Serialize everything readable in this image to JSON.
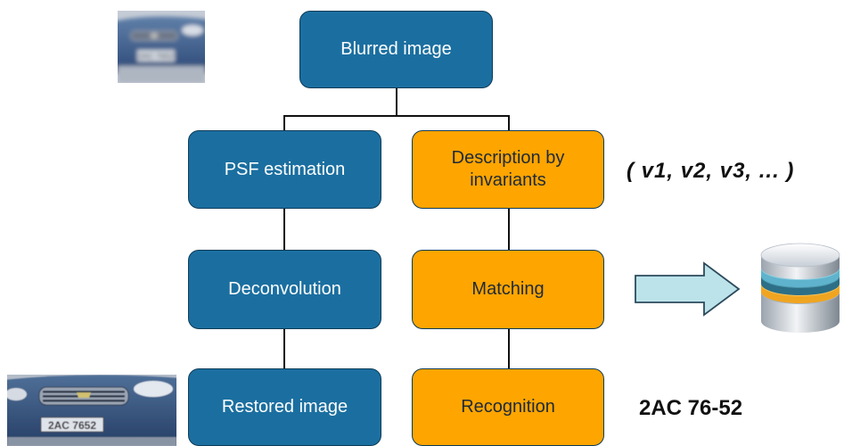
{
  "nodes": {
    "blurred": "Blurred image",
    "psf": "PSF estimation",
    "deconv": "Deconvolution",
    "restored": "Restored image",
    "invariants_line1": "Description by",
    "invariants_line2": "invariants",
    "matching": "Matching",
    "recognition": "Recognition"
  },
  "annotations": {
    "vector": "( v1, v2, v3, ... )",
    "plate_result": "2AC 76-52"
  },
  "photos": {
    "blurred_plate": "2AC 7652",
    "restored_plate": "2AC 7652"
  },
  "colors": {
    "blue_box": "#1b6fa0",
    "orange_box": "#ffa500",
    "arrow_fill": "#bde3ea",
    "arrow_stroke": "#2c4a5c"
  },
  "icons": {
    "arrow": "right-arrow-icon",
    "database": "database-icon"
  }
}
